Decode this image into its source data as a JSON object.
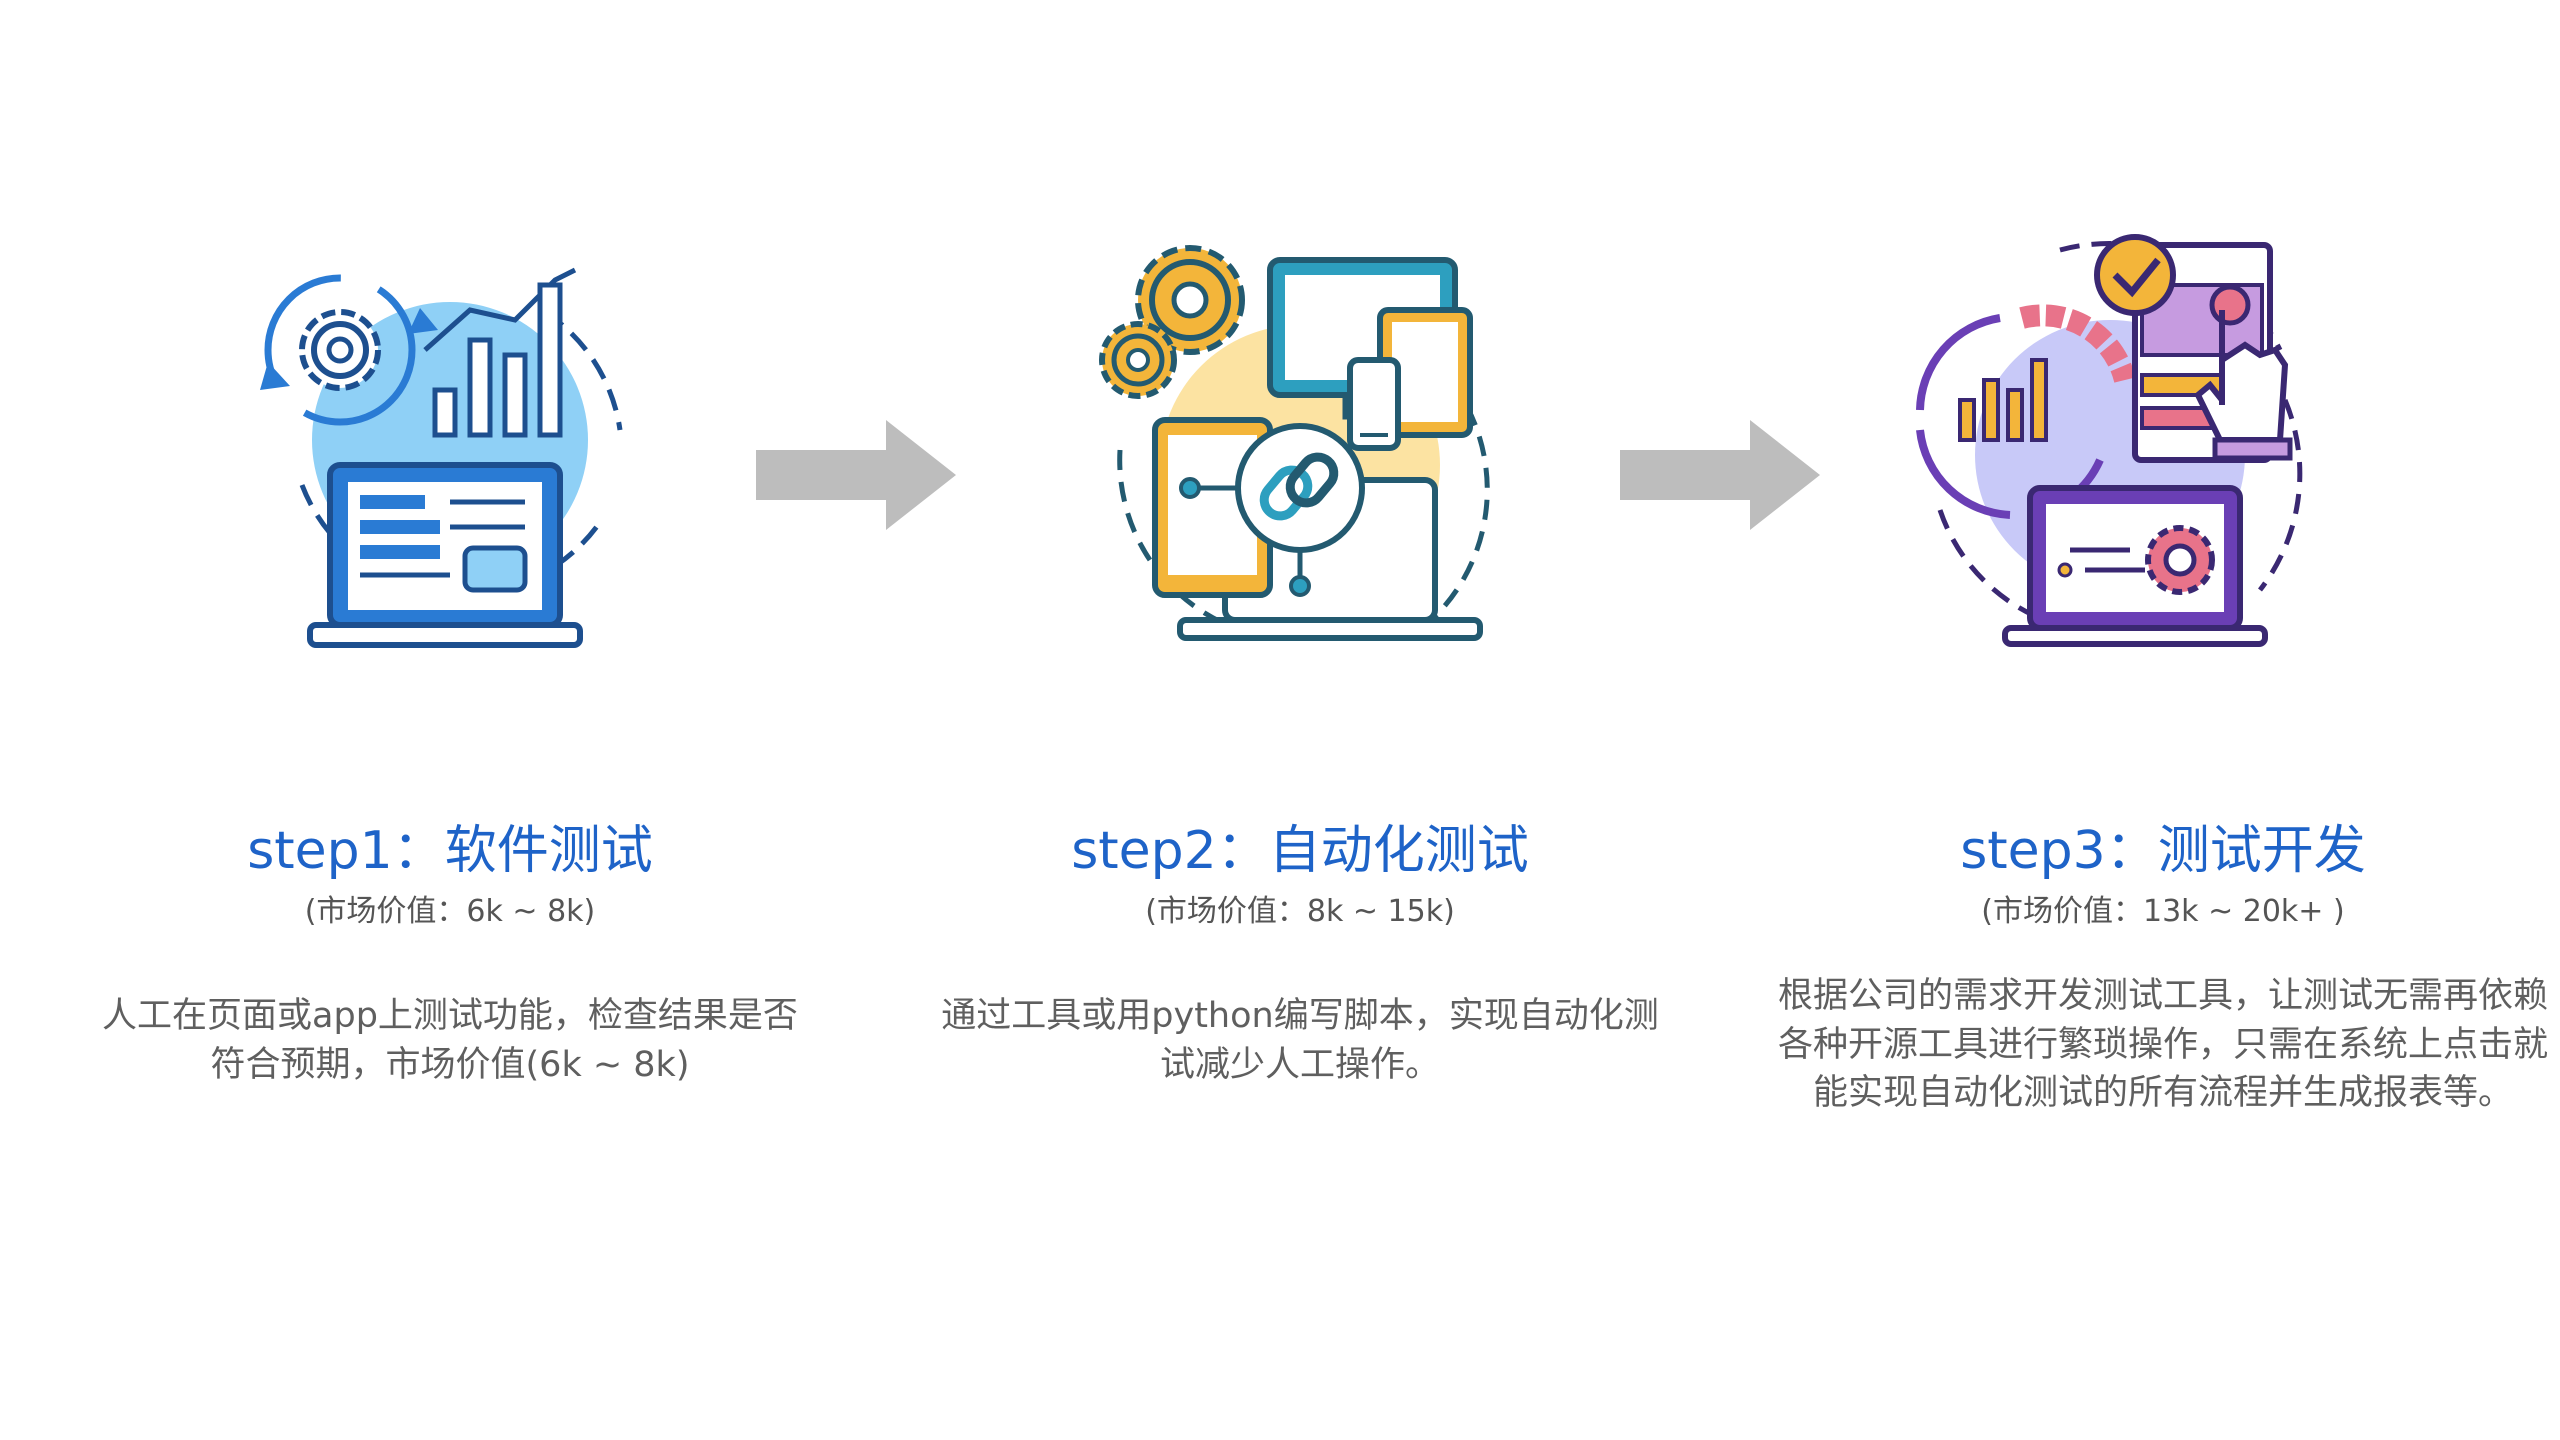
{
  "steps": [
    {
      "title": "step1：软件测试",
      "value": "(市场价值：6k ~ 8k)",
      "description": "人工在页面或app上测试功能，检查结果是否符合预期，市场价值(6k ~ 8k)",
      "illustration_icon": "manual-testing-icon",
      "accent": "#7ec8f5"
    },
    {
      "title": "step2：自动化测试",
      "value": "(市场价值：8k ~ 15k)",
      "description": "通过工具或用python编写脚本，实现自动化测试减少人工操作。",
      "illustration_icon": "automation-devices-icon",
      "accent": "#fbe3a4"
    },
    {
      "title": "step3：测试开发",
      "value": "(市场价值：13k ~ 20k+ )",
      "description": "根据公司的需求开发测试工具，让测试无需再依赖各种开源工具进行繁琐操作，只需在系统上点击就能实现自动化测试的所有流程并生成报表等。",
      "illustration_icon": "test-development-icon",
      "accent": "#c4c6f7"
    }
  ],
  "colors": {
    "title": "#1e63c8",
    "arrow": "#bdbdbd",
    "text": "#5f5f5f"
  }
}
